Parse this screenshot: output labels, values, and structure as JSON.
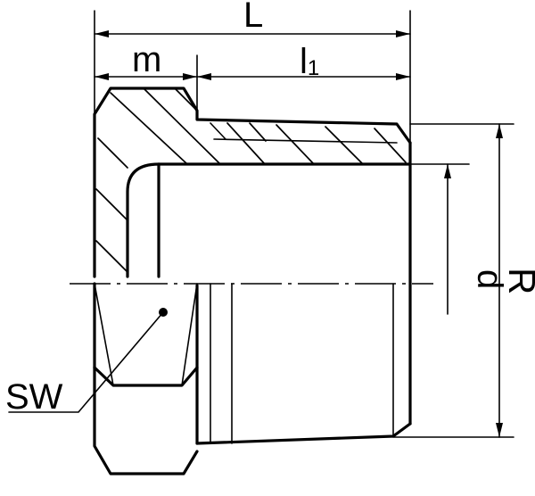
{
  "labels": {
    "L": "L",
    "m": "m",
    "l1_base": "l",
    "l1_sub": "1",
    "d": "d",
    "R": "R",
    "SW": "SW"
  }
}
